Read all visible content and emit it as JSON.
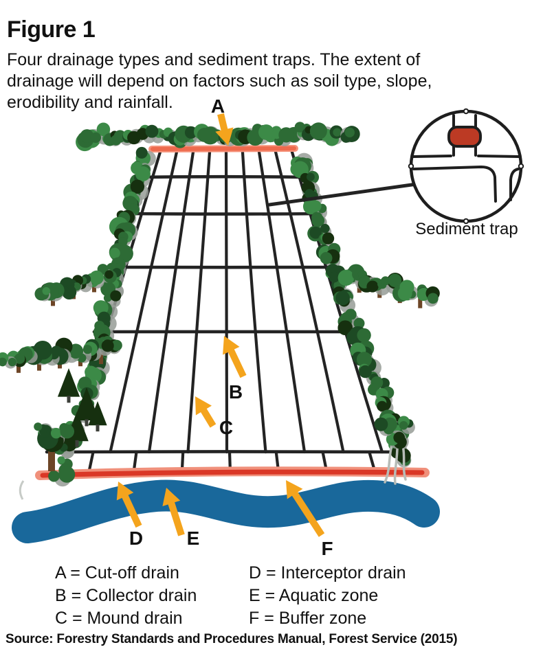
{
  "header": {
    "figure_label": "Figure 1",
    "caption_lines": [
      "Four drainage types and sediment traps. The extent of",
      "drainage will depend on factors such as soil type, slope,",
      "erodibility and rainfall."
    ]
  },
  "diagram": {
    "marker_labels": [
      "A",
      "B",
      "C",
      "D",
      "E",
      "F"
    ],
    "inset_label": "Sediment trap"
  },
  "legend": {
    "items_left": [
      "A = Cut-off drain",
      "B = Collector drain",
      "C = Mound drain"
    ],
    "items_right": [
      "D = Interceptor drain",
      "E = Aquatic zone",
      "F = Buffer zone"
    ]
  },
  "source": "Source: Forestry Standards and Procedures Manual, Forest Service (2015)",
  "colors": {
    "text": "#111111",
    "line_black": "#232323",
    "cutoff_red": "#ee6a4d",
    "cutoff_halo": "#f5937b",
    "interceptor_red": "#da3726",
    "interceptor_halo": "#f0907b",
    "river_blue": "#19689b",
    "arrow_orange": "#f4a41d",
    "tree_green": "#2d6b35",
    "tree_green_light": "#3c8a47",
    "tree_green_dark": "#1d4a24",
    "tree_shadow_gray": "#969c97",
    "conifer_dark": "#16300f",
    "trunk_brown": "#6d4526",
    "trap_red": "#bc3a24"
  }
}
